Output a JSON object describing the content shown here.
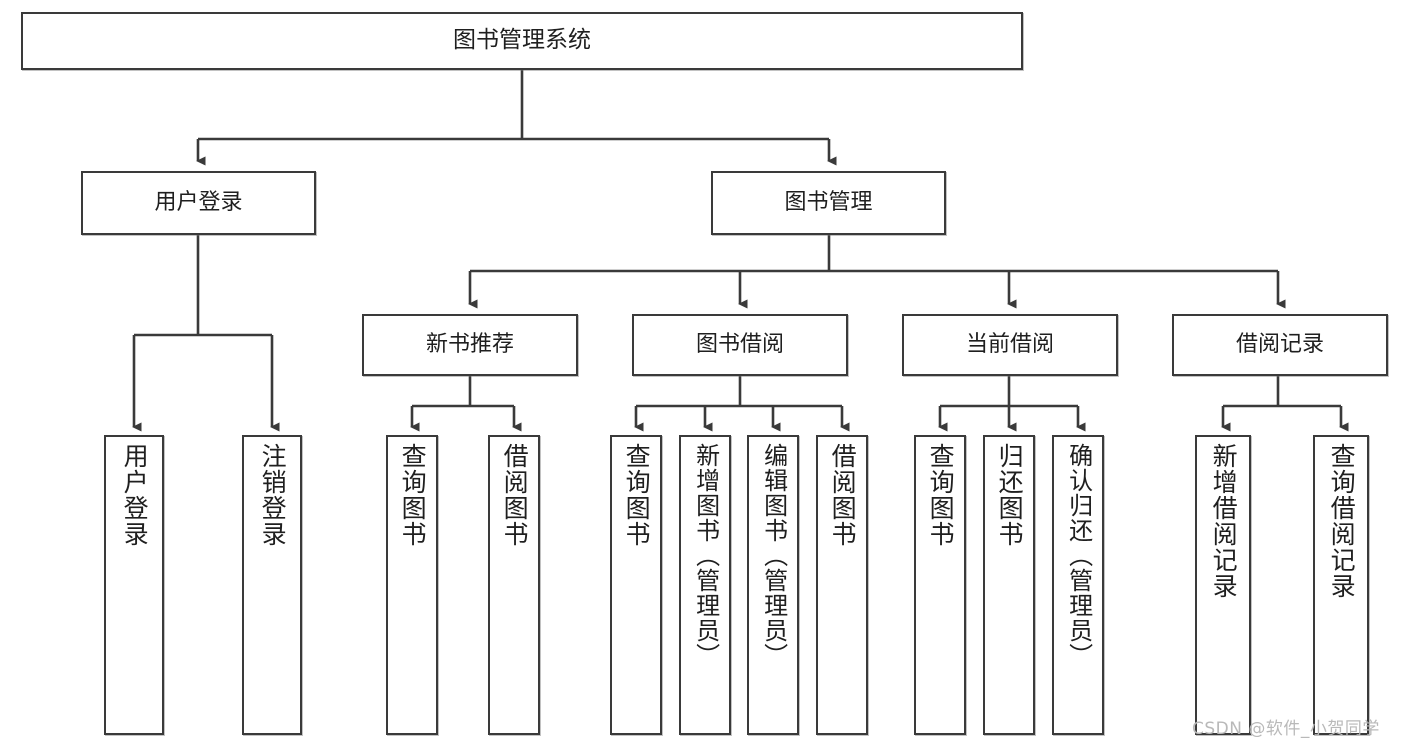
{
  "diagram": {
    "type": "tree",
    "title": "图书管理系统",
    "watermark": "CSDN @软件_小贺同学",
    "colors": {
      "box_border": "#3a3a3a",
      "box_fill": "#ffffff",
      "connector": "#3a3a3a",
      "text": "#1f1f1f",
      "watermark": "#b9b9b9",
      "background": "#ffffff"
    },
    "root": {
      "label": "图书管理系统"
    },
    "level1": [
      {
        "label": "用户登录"
      },
      {
        "label": "图书管理"
      }
    ],
    "level2": [
      {
        "label": "新书推荐"
      },
      {
        "label": "图书借阅"
      },
      {
        "label": "当前借阅"
      },
      {
        "label": "借阅记录"
      }
    ],
    "leaves": {
      "user_login": [
        {
          "label": "用户登录"
        },
        {
          "label": "注销登录"
        }
      ],
      "new_book_recommend": [
        {
          "label": "查询图书"
        },
        {
          "label": "借阅图书"
        }
      ],
      "book_borrow": [
        {
          "label": "查询图书"
        },
        {
          "label": "新增图书（管理员）"
        },
        {
          "label": "编辑图书（管理员）"
        },
        {
          "label": "借阅图书"
        }
      ],
      "current_borrow": [
        {
          "label": "查询图书"
        },
        {
          "label": "归还图书"
        },
        {
          "label": "确认归还（管理员）"
        }
      ],
      "borrow_record": [
        {
          "label": "新增借阅记录"
        },
        {
          "label": "查询借阅记录"
        }
      ]
    }
  }
}
